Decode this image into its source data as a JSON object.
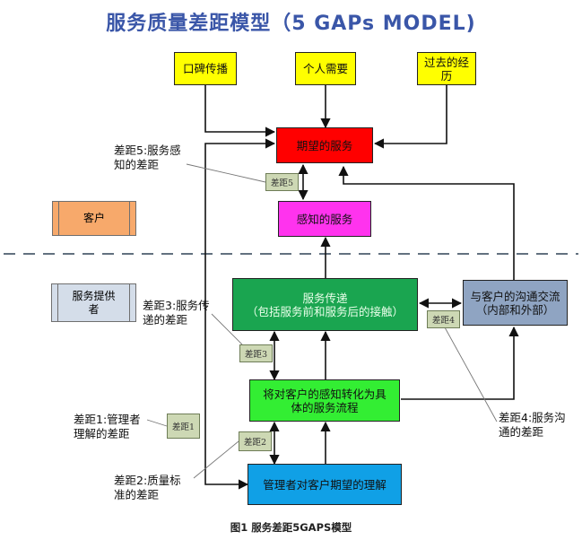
{
  "title": "服务质量差距模型（5 GAPs MODEL)",
  "caption": "图1 服务差距5GAPS模型",
  "colors": {
    "title": "#3a56a8",
    "yellow": "#ffff00",
    "red": "#ff0000",
    "magenta": "#ff33ee",
    "green_dark": "#1aa550",
    "green_bright": "#33ee33",
    "blue": "#10a0e6",
    "slate": "#8fa4c2",
    "customer_orange": "#f7a96b",
    "provider_blue": "#d4dde9",
    "gap_box": "#cdd8b4"
  },
  "nodes": {
    "word_of_mouth": "口碑传播",
    "personal_needs": "个人需要",
    "past_experience": "过去的经\n历",
    "expected_service": "期望的服务",
    "perceived_service": "感知的服务",
    "service_delivery": "服务传递\n（包括服务前和服务后的接触）",
    "external_comm": "与客户的沟通交流\n（内部和外部）",
    "service_specs": "将对客户的感知转化为具\n体的服务流程",
    "mgmt_perception": "管理者对客户期望的理解"
  },
  "actors": {
    "customer": "客户",
    "provider": "服务提供\n者"
  },
  "gaps": {
    "gap1": "差距1",
    "gap2": "差距2",
    "gap3": "差距3",
    "gap4": "差距4",
    "gap5": "差距5"
  },
  "notes": {
    "gap5": "差距5:服务感\n知的差距",
    "gap3": "差距3:服务传\n递的差距",
    "gap1": "差距1:管理者\n理解的差距",
    "gap2": "差距2:质量标\n准的差距",
    "gap4": "差距4:服务沟\n通的差距"
  }
}
